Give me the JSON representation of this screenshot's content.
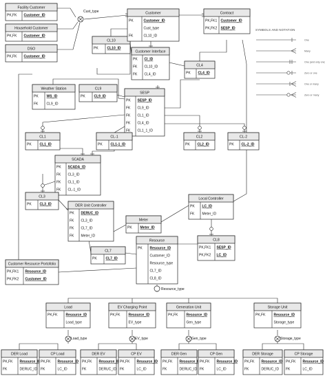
{
  "entities": [
    {
      "id": "facility",
      "title": "Facility Customer",
      "rows": [
        {
          "key": "PK,FK",
          "name": "Customer_ID",
          "u": true
        }
      ]
    },
    {
      "id": "household",
      "title": "Household Customer",
      "rows": [
        {
          "key": "PK,FK",
          "name": "Customer_ID",
          "u": true
        }
      ]
    },
    {
      "id": "dso",
      "title": "DSO",
      "rows": [
        {
          "key": "PK,FK",
          "name": "Customer_ID",
          "u": true
        }
      ]
    },
    {
      "id": "cl10",
      "title": "CL10",
      "rows": [
        {
          "key": "PK",
          "name": "CL10_ID",
          "u": true
        }
      ]
    },
    {
      "id": "customer",
      "title": "Customer",
      "rows": [
        {
          "key": "PK",
          "name": "Customer_ID",
          "u": true
        },
        {
          "key": "",
          "name": "Cust_type",
          "u": false
        },
        {
          "key": "FK",
          "name": "CL10_ID",
          "u": false
        }
      ]
    },
    {
      "id": "contract",
      "title": "Contract",
      "rows": [
        {
          "key": "PK,FK1",
          "name": "Customer_ID",
          "u": true
        },
        {
          "key": "PK,FK2",
          "name": "SESP_ID",
          "u": true
        }
      ]
    },
    {
      "id": "custiface",
      "title": "Customer Interface",
      "rows": [
        {
          "key": "PK",
          "name": "CI_ID",
          "u": true
        },
        {
          "key": "FK",
          "name": "CL10_ID",
          "u": false
        },
        {
          "key": "FK",
          "name": "CL4_ID",
          "u": false
        }
      ]
    },
    {
      "id": "cl4",
      "title": "CL4",
      "rows": [
        {
          "key": "PK",
          "name": "CL4_ID",
          "u": true
        }
      ]
    },
    {
      "id": "weather",
      "title": "Weather Station",
      "rows": [
        {
          "key": "PK",
          "name": "WS_ID",
          "u": true
        },
        {
          "key": "FK",
          "name": "CL9_ID",
          "u": false
        }
      ]
    },
    {
      "id": "cl9",
      "title": "CL9",
      "rows": [
        {
          "key": "PK",
          "name": "CL9_ID",
          "u": true
        }
      ]
    },
    {
      "id": "sesp",
      "title": "SESP",
      "rows": [
        {
          "key": "PK",
          "name": "SESP_ID",
          "u": true
        },
        {
          "key": "FK",
          "name": "CL9_ID",
          "u": false
        },
        {
          "key": "FK",
          "name": "CL1_ID",
          "u": false
        },
        {
          "key": "FK",
          "name": "CL4_ID",
          "u": false
        },
        {
          "key": "FK",
          "name": "CL1_1_ID",
          "u": false
        }
      ]
    },
    {
      "id": "cl1",
      "title": "CL1",
      "rows": [
        {
          "key": "PK",
          "name": "CL1_ID",
          "u": true
        }
      ]
    },
    {
      "id": "cl11",
      "title": "CL-1",
      "rows": [
        {
          "key": "PK",
          "name": "CL1-1_ID",
          "u": true
        }
      ]
    },
    {
      "id": "cl2",
      "title": "CL2",
      "rows": [
        {
          "key": "PK",
          "name": "CL2_ID",
          "u": true
        }
      ]
    },
    {
      "id": "clm2",
      "title": "CL-2",
      "rows": [
        {
          "key": "PK",
          "name": "CL-2_ID",
          "u": true
        }
      ]
    },
    {
      "id": "scada",
      "title": "SCADA",
      "rows": [
        {
          "key": "PK",
          "name": "SCADA_ID",
          "u": true
        },
        {
          "key": "FK",
          "name": "CL3_ID",
          "u": false
        },
        {
          "key": "FK",
          "name": "CL1_ID",
          "u": false
        },
        {
          "key": "FK",
          "name": "CL-1_ID",
          "u": false
        }
      ]
    },
    {
      "id": "cl3",
      "title": "CL3",
      "rows": [
        {
          "key": "PK",
          "name": "CL3_ID",
          "u": true
        }
      ]
    },
    {
      "id": "derunit",
      "title": "DER Unit Controller",
      "rows": [
        {
          "key": "PK",
          "name": "DERUC_ID",
          "u": true
        },
        {
          "key": "FK",
          "name": "CL3_ID",
          "u": false
        },
        {
          "key": "FK",
          "name": "CL7_ID",
          "u": false
        },
        {
          "key": "FK",
          "name": "Meter_ID",
          "u": false
        }
      ]
    },
    {
      "id": "localctrl",
      "title": "Local Controller",
      "rows": [
        {
          "key": "PK",
          "name": "LC_ID",
          "u": true
        },
        {
          "key": "FK",
          "name": "Meter_ID",
          "u": false
        }
      ]
    },
    {
      "id": "meter",
      "title": "Meter",
      "rows": [
        {
          "key": "PK",
          "name": "Meter_ID",
          "u": true
        }
      ]
    },
    {
      "id": "cl8",
      "title": "CL8",
      "rows": [
        {
          "key": "PK,FK1",
          "name": "SESP_ID",
          "u": true
        },
        {
          "key": "PK,FK2",
          "name": "LC_ID",
          "u": true
        }
      ]
    },
    {
      "id": "cl7",
      "title": "CL7",
      "rows": [
        {
          "key": "PK",
          "name": "CL7_ID",
          "u": true
        }
      ]
    },
    {
      "id": "resource",
      "title": "Resource",
      "rows": [
        {
          "key": "PK",
          "name": "Resource_ID",
          "u": true
        },
        {
          "key": "",
          "name": "Customer_ID",
          "u": false
        },
        {
          "key": "",
          "name": "Resource_type",
          "u": false
        },
        {
          "key": "",
          "name": "CL7_ID",
          "u": false
        },
        {
          "key": "",
          "name": "CL8_ID",
          "u": false
        }
      ]
    },
    {
      "id": "crp",
      "title": "Customer Resource Portofolio",
      "rows": [
        {
          "key": "PK,FK1",
          "name": "Resource_ID",
          "u": true
        },
        {
          "key": "PK,FK2",
          "name": "Customer_ID",
          "u": true
        }
      ]
    },
    {
      "id": "load",
      "title": "Load",
      "rows": [
        {
          "key": "PK,FK",
          "name": "Resource_ID",
          "u": true
        },
        {
          "key": "",
          "name": "Load_type",
          "u": false
        }
      ]
    },
    {
      "id": "evcp",
      "title": "EV Charging Point",
      "rows": [
        {
          "key": "PK,FK",
          "name": "Resource_ID",
          "u": true
        },
        {
          "key": "",
          "name": "EV_type",
          "u": false
        }
      ]
    },
    {
      "id": "genunit",
      "title": "Generation Unit",
      "rows": [
        {
          "key": "PK,FK",
          "name": "Resource_ID",
          "u": true
        },
        {
          "key": "",
          "name": "Gen_type",
          "u": false
        }
      ]
    },
    {
      "id": "storunit",
      "title": "Storage Unit",
      "rows": [
        {
          "key": "PK,FK",
          "name": "Resource_ID",
          "u": true
        },
        {
          "key": "",
          "name": "Storage_type",
          "u": false
        }
      ]
    },
    {
      "id": "derload",
      "title": "DER Load",
      "rows": [
        {
          "key": "PK,FK",
          "name": "Resource_ID",
          "u": true
        },
        {
          "key": "FK",
          "name": "DERUC_ID",
          "u": false
        }
      ]
    },
    {
      "id": "cpload",
      "title": "CP Load",
      "rows": [
        {
          "key": "PK,FK",
          "name": "Resource_ID",
          "u": true
        },
        {
          "key": "FK",
          "name": "LC_ID",
          "u": false
        }
      ]
    },
    {
      "id": "derev",
      "title": "DER EV",
      "rows": [
        {
          "key": "PK,FK",
          "name": "Resource_ID",
          "u": true
        },
        {
          "key": "FK",
          "name": "DERUC_ID",
          "u": false
        }
      ]
    },
    {
      "id": "cpev",
      "title": "CP EV",
      "rows": [
        {
          "key": "PK,FK",
          "name": "Resource_ID",
          "u": true
        },
        {
          "key": "FK",
          "name": "LC_ID",
          "u": false
        }
      ]
    },
    {
      "id": "dergen",
      "title": "DER Gen",
      "rows": [
        {
          "key": "PK,FK",
          "name": "Resource_ID",
          "u": true
        },
        {
          "key": "FK",
          "name": "DERUC_ID",
          "u": false
        }
      ]
    },
    {
      "id": "cpgen",
      "title": "CP Gen",
      "rows": [
        {
          "key": "PK,FK",
          "name": "Resource_ID",
          "u": true
        },
        {
          "key": "FK",
          "name": "LC_ID",
          "u": false
        }
      ]
    },
    {
      "id": "derstor",
      "title": "DER Storage",
      "rows": [
        {
          "key": "PK,FK",
          "name": "Resource_ID",
          "u": true
        },
        {
          "key": "FK",
          "name": "DERUC_ID",
          "u": false
        }
      ]
    },
    {
      "id": "cpstor",
      "title": "CP Storage",
      "rows": [
        {
          "key": "PK,FK",
          "name": "Resource_ID",
          "u": true
        },
        {
          "key": "FK",
          "name": "LC_ID",
          "u": false
        }
      ]
    }
  ],
  "discriminators": [
    {
      "id": "cust",
      "label": "Cust_type"
    },
    {
      "id": "res",
      "label": "Resource_type"
    },
    {
      "id": "load",
      "label": "Load_type"
    },
    {
      "id": "ev",
      "label": "EV_type"
    },
    {
      "id": "gen",
      "label": "Gen_type"
    },
    {
      "id": "stor",
      "label": "Storage_type"
    }
  ],
  "legend": {
    "title": "SYMBOLS AND NOTATION",
    "items": [
      "One",
      "Many",
      "One (and only one)",
      "Zero or one",
      "One or many",
      "Zero or many"
    ]
  }
}
